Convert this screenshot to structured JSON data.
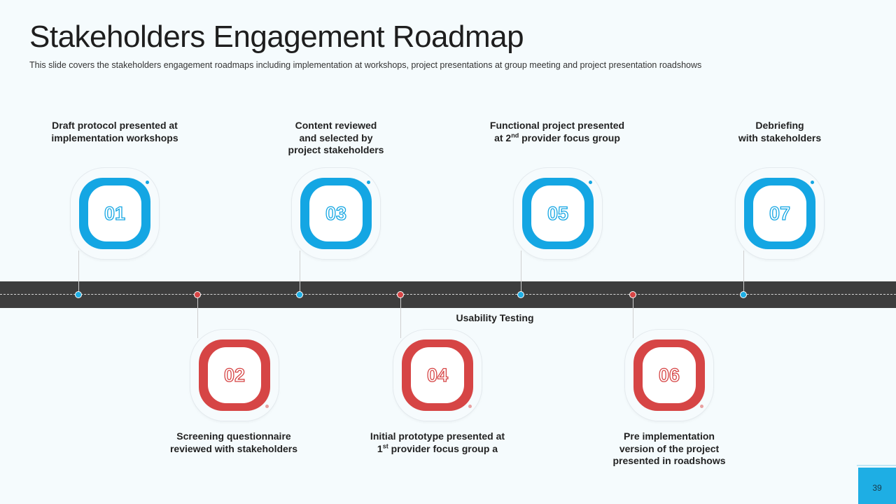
{
  "header": {
    "title": "Stakeholders Engagement Roadmap",
    "subtitle": "This slide covers the stakeholders engagement  roadmaps including implementation at workshops, project presentations at group meeting and  project presentation roadshows"
  },
  "colors": {
    "blue": "#14a6e3",
    "red": "#d64545",
    "road": "#3d3d3d",
    "background": "#f5fbfd"
  },
  "steps": [
    {
      "num": "01",
      "color": "blue",
      "label_lines": [
        "Draft protocol  presented at",
        "implementation workshops"
      ]
    },
    {
      "num": "02",
      "color": "red",
      "label_lines": [
        "Screening questionnaire",
        "reviewed with stakeholders"
      ]
    },
    {
      "num": "03",
      "color": "blue",
      "label_lines": [
        "Content reviewed",
        "and selected by",
        "project stakeholders"
      ]
    },
    {
      "num": "04",
      "color": "red",
      "label_lines": [
        "Initial prototype presented at"
      ],
      "label_sup_line": {
        "prefix": "1",
        "sup": "st",
        "suffix": " provider focus group a"
      }
    },
    {
      "num": "05",
      "color": "blue",
      "label_lines": [
        "Functional project presented"
      ],
      "label_sup_line": {
        "prefix": "at 2",
        "sup": "nd",
        "suffix": " provider focus group"
      }
    },
    {
      "num": "06",
      "color": "red",
      "label_lines": [
        "Pre implementation",
        "version of the project",
        "presented in roadshows"
      ]
    },
    {
      "num": "07",
      "color": "blue",
      "label_lines": [
        "Debriefing",
        "with stakeholders"
      ]
    }
  ],
  "road_label": "Usability Testing",
  "footer": {
    "page_number": "39"
  }
}
